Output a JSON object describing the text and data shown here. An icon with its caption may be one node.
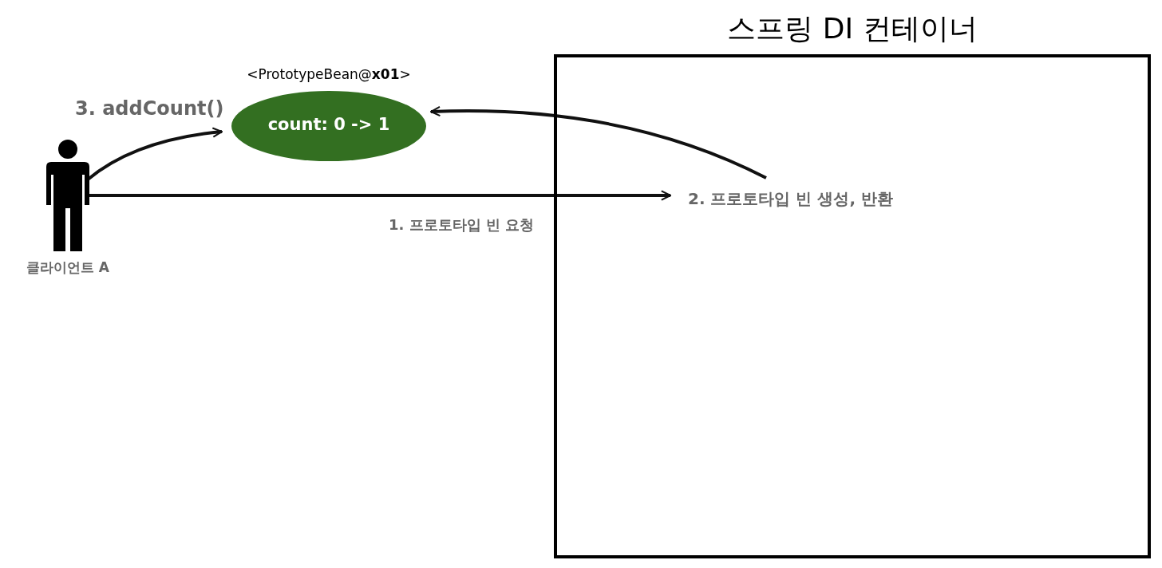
{
  "diagram": {
    "nodes": [
      {
        "text": [
          "스프링 DI 컨테이너"
        ]
      },
      {
        "text": [],
        "shape": "person",
        "beside": [
          "클라이언트 A"
        ]
      },
      {
        "text": [
          "count: 0 -> 1"
        ],
        "beside": [
          "<PrototypeBean@**x01**>"
        ]
      },
      {
        "text": [
          "2. 프로토타입 빈 생성, 반환"
        ],
        "in": 0
      }
    ],
    "edges": [
      {
        "from": 1,
        "to": 3,
        "arrow": "to",
        "label": "1. 프로토타입 빈 요청"
      },
      {
        "from": 3,
        "to": 2,
        "arrow": "to"
      },
      {
        "from": 1,
        "to": 2,
        "arrow": "to",
        "label": "3. addCount()"
      }
    ]
  }
}
